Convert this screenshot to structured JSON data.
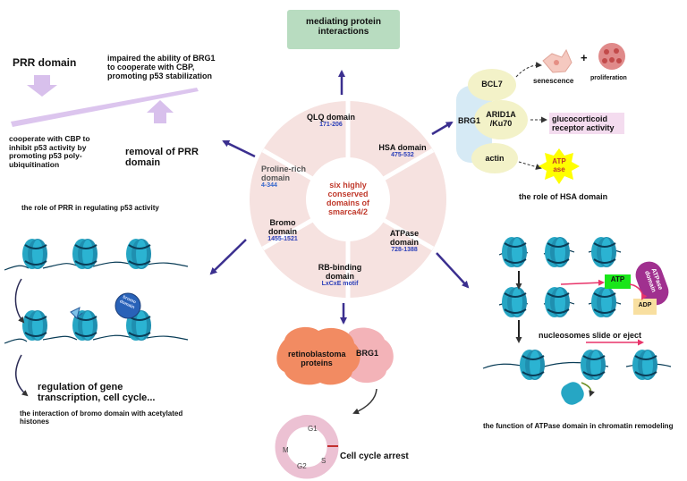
{
  "center": {
    "title": "six highly conserved domains of smarca4/2",
    "segments": [
      {
        "name": "QLQ domain",
        "range": "171-206"
      },
      {
        "name": "HSA domain",
        "range": "475-532"
      },
      {
        "name": "ATPase domain",
        "range": "728-1388"
      },
      {
        "name": "RB-binding domain",
        "range": "LxCxE motif"
      },
      {
        "name": "Bromo domain",
        "range": "1455-1521"
      },
      {
        "name": "Proline-rich domain",
        "range": "4-344"
      }
    ]
  },
  "top": {
    "box": "mediating protein interactions"
  },
  "prr": {
    "domain_label": "PRR domain",
    "impaired_text": "impaired the ability of BRG1 to cooperate with CBP, promoting p53 stabilization",
    "cooperate_text": "cooperate with CBP to inhibit p53 activity by promoting p53 poly-ubiquitination",
    "removal_text": "removal of PRR domain",
    "caption": "the role of PRR in regulating p53 activity"
  },
  "hsa": {
    "brg1": "BRG1",
    "bcl7": "BCL7",
    "arid": "ARID1A /Ku70",
    "actin": "actin",
    "senescence": "senescence",
    "plus": "+",
    "proliferation": "proliferation",
    "glucocorticoid": "glucocorticoid receptor activity",
    "atpase_star": "ATP ase",
    "caption": "the role of HSA domain"
  },
  "bromo": {
    "domain_label": "bromo domain",
    "regulation": "regulation of gene transcription, cell cycle...",
    "caption": "the interaction of bromo domain with acetylated histones"
  },
  "rb": {
    "retino": "retinoblastoma proteins",
    "brg1": "BRG1",
    "g1": "G1",
    "s": "S",
    "g2": "G2",
    "m": "M",
    "arrest": "Cell cycle arrest"
  },
  "atpase": {
    "domain_label": "ATPase domain",
    "atp": "ATP",
    "adp": "ADP",
    "slide": "nucleosomes slide or eject",
    "caption": "the function of ATPase domain in chromatin remodeling"
  },
  "colors": {
    "wheel": "#f6e2e0",
    "arrow": "#3b2f8f",
    "lavender": "#d8c0ec",
    "green_box": "#b8dcc0",
    "nucleosome": "#26a6c4",
    "yellow": "#f3f2c8",
    "atp_green": "#19e619",
    "adp": "#f8dfa0",
    "domain_purple": "#a0308f",
    "pink_arrow": "#e8346a"
  }
}
